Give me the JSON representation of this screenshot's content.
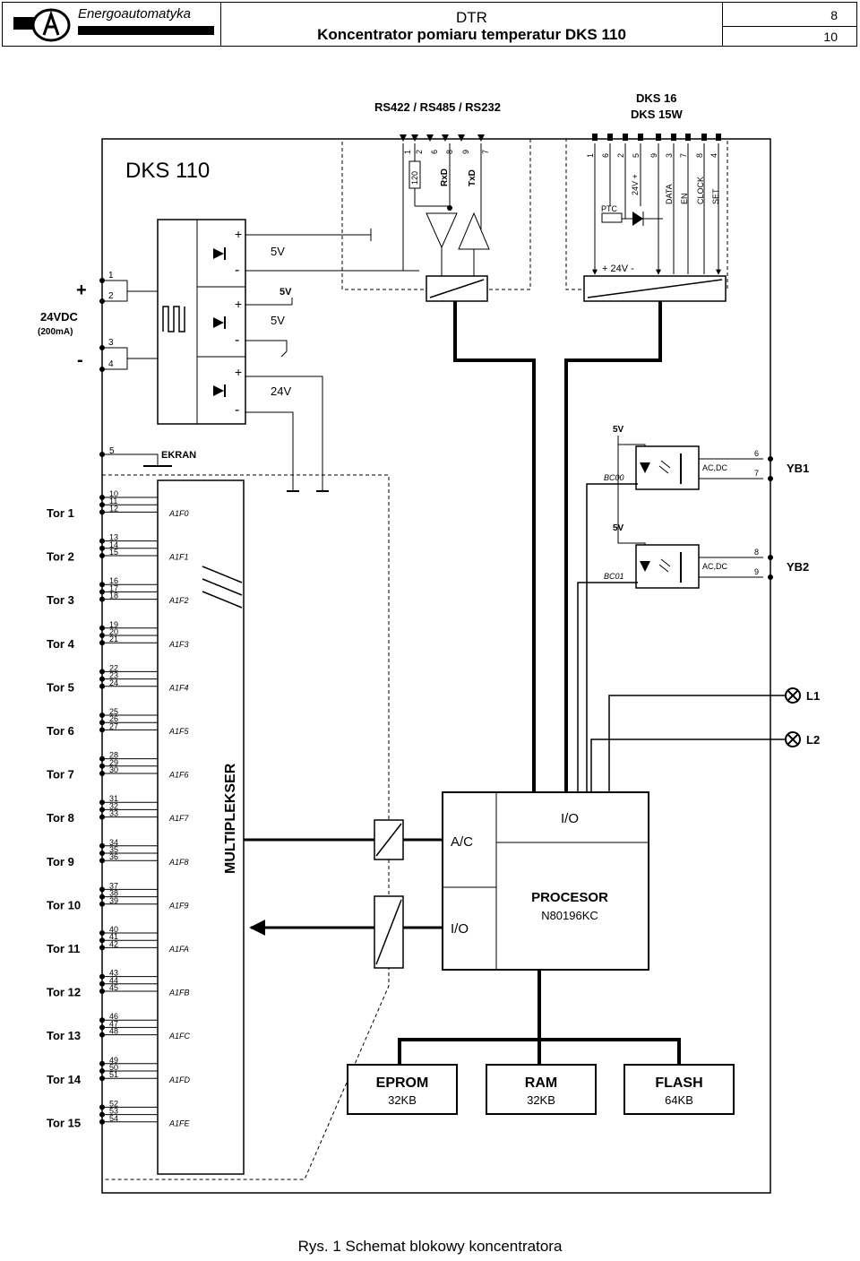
{
  "header": {
    "company": "Energoautomatyka",
    "doc_code": "DTR",
    "doc_title": "Koncentrator pomiaru temperatur DKS 110",
    "page": "8",
    "total_pages": "10"
  },
  "diagram": {
    "device_title": "DKS 110",
    "interface_label": "RS422 / RS485 / RS232",
    "dks16_label": "DKS 16",
    "dks15w_label": "DKS 15W",
    "serial_pins": [
      "1",
      "2",
      "6",
      "8",
      "9",
      "7"
    ],
    "serial_signals": [
      "120",
      "RxD",
      "TxD"
    ],
    "dks_pins": [
      "1",
      "6",
      "2",
      "5",
      "9",
      "3",
      "7",
      "8",
      "4"
    ],
    "dks_signals": [
      "24V +",
      "DATA",
      "EN",
      "CLOCK",
      "SET"
    ],
    "ptc_label": "PTC",
    "bus24_label": "+ 24V -",
    "power_input_plus": "+",
    "power_input_minus": "-",
    "power_input_label": "24VDC",
    "power_input_current": "(200mA)",
    "power_pins": [
      "1",
      "2",
      "3",
      "4"
    ],
    "supply_outputs": [
      "5V",
      "5V",
      "5V",
      "24V"
    ],
    "plus_signs": [
      "+",
      "+",
      "+"
    ],
    "minus_signs": [
      "-",
      "-",
      "-"
    ],
    "ekran_pin": "5",
    "ekran_label": "EKRAN",
    "channels": [
      {
        "tor": "Tor 1",
        "pins": [
          "10",
          "11",
          "12"
        ],
        "addr": "A1F0"
      },
      {
        "tor": "Tor 2",
        "pins": [
          "13",
          "14",
          "15"
        ],
        "addr": "A1F1"
      },
      {
        "tor": "Tor 3",
        "pins": [
          "16",
          "17",
          "18"
        ],
        "addr": "A1F2"
      },
      {
        "tor": "Tor 4",
        "pins": [
          "19",
          "20",
          "21"
        ],
        "addr": "A1F3"
      },
      {
        "tor": "Tor 5",
        "pins": [
          "22",
          "23",
          "24"
        ],
        "addr": "A1F4"
      },
      {
        "tor": "Tor 6",
        "pins": [
          "25",
          "26",
          "27"
        ],
        "addr": "A1F5"
      },
      {
        "tor": "Tor 7",
        "pins": [
          "28",
          "29",
          "30"
        ],
        "addr": "A1F6"
      },
      {
        "tor": "Tor 8",
        "pins": [
          "31",
          "32",
          "33"
        ],
        "addr": "A1F7"
      },
      {
        "tor": "Tor 9",
        "pins": [
          "34",
          "35",
          "36"
        ],
        "addr": "A1F8"
      },
      {
        "tor": "Tor 10",
        "pins": [
          "37",
          "38",
          "39"
        ],
        "addr": "A1F9"
      },
      {
        "tor": "Tor 11",
        "pins": [
          "40",
          "41",
          "42"
        ],
        "addr": "A1FA"
      },
      {
        "tor": "Tor 12",
        "pins": [
          "43",
          "44",
          "45"
        ],
        "addr": "A1FB"
      },
      {
        "tor": "Tor 13",
        "pins": [
          "46",
          "47",
          "48"
        ],
        "addr": "A1FC"
      },
      {
        "tor": "Tor 14",
        "pins": [
          "49",
          "50",
          "51"
        ],
        "addr": "A1FD"
      },
      {
        "tor": "Tor 15",
        "pins": [
          "52",
          "53",
          "54"
        ],
        "addr": "A1FE"
      }
    ],
    "multiplexer_label": "MULTIPLEKSER",
    "relays": [
      {
        "supply": "5V",
        "signal": "BC00",
        "type": "AC,DC",
        "pins": [
          "6",
          "7"
        ],
        "label": "YB1"
      },
      {
        "supply": "5V",
        "signal": "BC01",
        "type": "AC,DC",
        "pins": [
          "8",
          "9"
        ],
        "label": "YB2"
      }
    ],
    "lamps": [
      "L1",
      "L2"
    ],
    "ac_label": "A/C",
    "io_label_top": "I/O",
    "io_label_left": "I/O",
    "processor_label": "PROCESOR",
    "processor_model": "N80196KC",
    "memories": [
      {
        "name": "EPROM",
        "size": "32KB"
      },
      {
        "name": "RAM",
        "size": "32KB"
      },
      {
        "name": "FLASH",
        "size": "64KB"
      }
    ]
  },
  "caption": "Rys. 1 Schemat blokowy koncentratora"
}
